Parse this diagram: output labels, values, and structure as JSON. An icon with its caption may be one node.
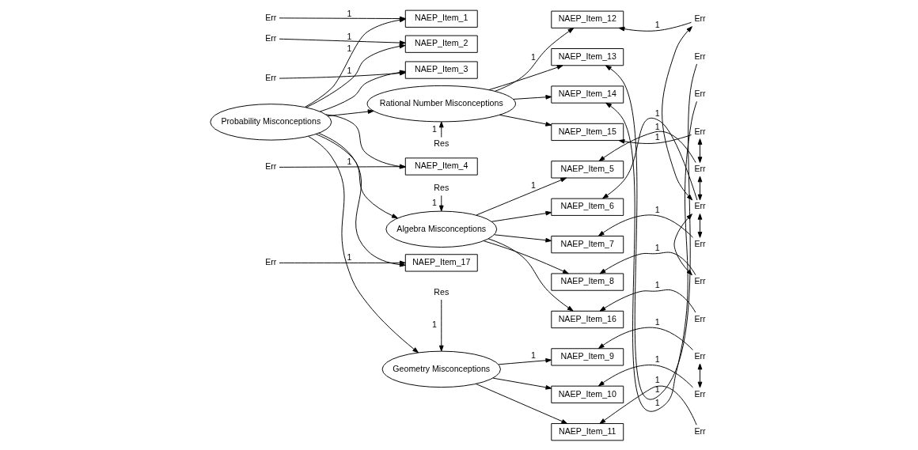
{
  "diagram": {
    "nodes": [
      {
        "text": [
          "Res"
        ]
      },
      {
        "text": [
          "Rational Number Misconceptions"
        ]
      },
      {
        "text": [
          "NAEP_Item_12"
        ]
      },
      {
        "text": [
          "NAEP_Item_13"
        ]
      },
      {
        "text": [
          "NAEP_Item_14"
        ]
      },
      {
        "text": [
          "NAEP_Item_15"
        ]
      },
      {
        "text": [
          "Err"
        ]
      },
      {
        "text": [
          "Err"
        ]
      },
      {
        "text": [
          "Err"
        ]
      },
      {
        "text": [
          "Err"
        ]
      },
      {
        "text": [
          "Res"
        ]
      },
      {
        "text": [
          "Err"
        ]
      },
      {
        "text": [
          "Err"
        ]
      },
      {
        "text": [
          "Err"
        ]
      },
      {
        "text": [
          "Err"
        ]
      },
      {
        "text": [
          "Err"
        ]
      },
      {
        "text": [
          "NAEP_Item_1"
        ]
      },
      {
        "text": [
          "NAEP_Item_2"
        ]
      },
      {
        "text": [
          "NAEP_Item_3"
        ]
      },
      {
        "text": [
          "NAEP_Item_4"
        ]
      },
      {
        "text": [
          "NAEP_Item_17"
        ]
      },
      {
        "text": [
          "Probability Misconceptions"
        ]
      },
      {
        "text": [
          "Algebra Misconceptions"
        ]
      },
      {
        "text": [
          "NAEP_Item_5"
        ]
      },
      {
        "text": [
          "NAEP_Item_6"
        ]
      },
      {
        "text": [
          "NAEP_Item_7"
        ]
      },
      {
        "text": [
          "NAEP_Item_8"
        ]
      },
      {
        "text": [
          "NAEP_Item_16"
        ]
      },
      {
        "text": [
          "Err"
        ]
      },
      {
        "text": [
          "Err"
        ]
      },
      {
        "text": [
          "Err"
        ]
      },
      {
        "text": [
          "Err"
        ]
      },
      {
        "text": [
          "Err"
        ]
      },
      {
        "text": [
          "Res"
        ]
      },
      {
        "text": [
          "Geometry Misconceptions"
        ]
      },
      {
        "text": [
          "NAEP_Item_9"
        ]
      },
      {
        "text": [
          "NAEP_Item_10"
        ]
      },
      {
        "text": [
          "NAEP_Item_11"
        ]
      },
      {
        "text": [
          "Err"
        ]
      },
      {
        "text": [
          "Err"
        ]
      },
      {
        "text": [
          "Err"
        ]
      }
    ],
    "edges": [
      {
        "from": 11,
        "to": 16,
        "arrow": "to",
        "label": "1"
      },
      {
        "from": 12,
        "to": 17,
        "arrow": "to",
        "label": "1"
      },
      {
        "from": 13,
        "to": 18,
        "arrow": "to",
        "label": "1"
      },
      {
        "from": 14,
        "to": 19,
        "arrow": "to",
        "label": "1"
      },
      {
        "from": 15,
        "to": 20,
        "arrow": "to",
        "label": "1"
      },
      {
        "from": 21,
        "to": 16,
        "arrow": "to",
        "label": "1"
      },
      {
        "from": 21,
        "to": 17,
        "arrow": "to"
      },
      {
        "from": 21,
        "to": 18,
        "arrow": "to"
      },
      {
        "from": 21,
        "to": 19,
        "arrow": "to"
      },
      {
        "from": 21,
        "to": 20,
        "arrow": "to"
      },
      {
        "from": 21,
        "to": 1,
        "arrow": "to"
      },
      {
        "from": 21,
        "to": 22,
        "arrow": "to"
      },
      {
        "from": 21,
        "to": 34,
        "arrow": "to"
      },
      {
        "from": 0,
        "to": 1,
        "arrow": "to",
        "label": "1"
      },
      {
        "from": 10,
        "to": 22,
        "arrow": "to",
        "label": "1"
      },
      {
        "from": 33,
        "to": 34,
        "arrow": "to",
        "label": "1"
      },
      {
        "from": 1,
        "to": 2,
        "arrow": "to",
        "label": "1"
      },
      {
        "from": 1,
        "to": 3,
        "arrow": "to"
      },
      {
        "from": 1,
        "to": 4,
        "arrow": "to"
      },
      {
        "from": 1,
        "to": 5,
        "arrow": "to"
      },
      {
        "from": 22,
        "to": 23,
        "arrow": "to",
        "label": "1"
      },
      {
        "from": 22,
        "to": 24,
        "arrow": "to"
      },
      {
        "from": 22,
        "to": 25,
        "arrow": "to"
      },
      {
        "from": 22,
        "to": 26,
        "arrow": "to"
      },
      {
        "from": 22,
        "to": 27,
        "arrow": "to"
      },
      {
        "from": 34,
        "to": 35,
        "arrow": "to",
        "label": "1"
      },
      {
        "from": 34,
        "to": 36,
        "arrow": "to"
      },
      {
        "from": 34,
        "to": 37,
        "arrow": "to"
      },
      {
        "from": 6,
        "to": 2,
        "arrow": "to",
        "label": "1"
      },
      {
        "from": 7,
        "to": 3,
        "arrow": "to",
        "label": "1"
      },
      {
        "from": 8,
        "to": 4,
        "arrow": "to",
        "label": "1"
      },
      {
        "from": 9,
        "to": 5,
        "arrow": "to",
        "label": "1"
      },
      {
        "from": 28,
        "to": 23,
        "arrow": "to",
        "label": "1"
      },
      {
        "from": 29,
        "to": 24,
        "arrow": "to",
        "label": "1"
      },
      {
        "from": 30,
        "to": 25,
        "arrow": "to",
        "label": "1"
      },
      {
        "from": 31,
        "to": 26,
        "arrow": "to",
        "label": "1"
      },
      {
        "from": 32,
        "to": 27,
        "arrow": "to",
        "label": "1"
      },
      {
        "from": 38,
        "to": 35,
        "arrow": "to",
        "label": "1"
      },
      {
        "from": 39,
        "to": 36,
        "arrow": "to",
        "label": "1"
      },
      {
        "from": 40,
        "to": 37,
        "arrow": "to",
        "label": "1"
      },
      {
        "from": 6,
        "to": 29,
        "arrow": "both"
      },
      {
        "from": 9,
        "to": 28,
        "arrow": "both"
      },
      {
        "from": 28,
        "to": 29,
        "arrow": "both"
      },
      {
        "from": 29,
        "to": 30,
        "arrow": "both"
      },
      {
        "from": 29,
        "to": 31,
        "arrow": "both"
      },
      {
        "from": 38,
        "to": 39,
        "arrow": "both"
      }
    ]
  }
}
